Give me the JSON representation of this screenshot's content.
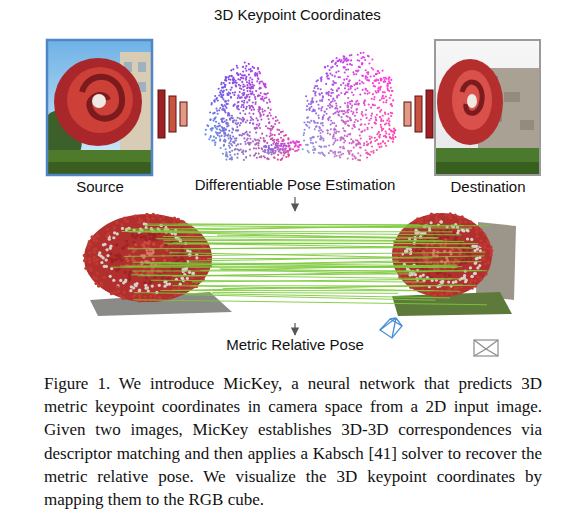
{
  "diagram": {
    "caption": "Figure 1. We introduce MicKey, a neural network that predicts 3D metric keypoint coordinates in camera space from a 2D input image. Given two images, MicKey establishes 3D-3D correspondences via descriptor matching and then applies a Kabsch [41] solver to recover the metric relative pose. We visualize the 3D keypoint coordinates by mapping them to the RGB cube.",
    "nodes": [
      {
        "text": [
          "Source"
        ]
      },
      {
        "text": [
          "Destination"
        ]
      },
      {
        "text": [
          "3D Keypoint Coordinates"
        ]
      },
      {
        "text": [
          "Differentiable Pose Estimation"
        ]
      },
      {
        "text": [
          "Metric Relative Pose"
        ]
      }
    ],
    "edges": [
      {
        "from": 3,
        "to": 4,
        "arrow": "to"
      }
    ]
  }
}
